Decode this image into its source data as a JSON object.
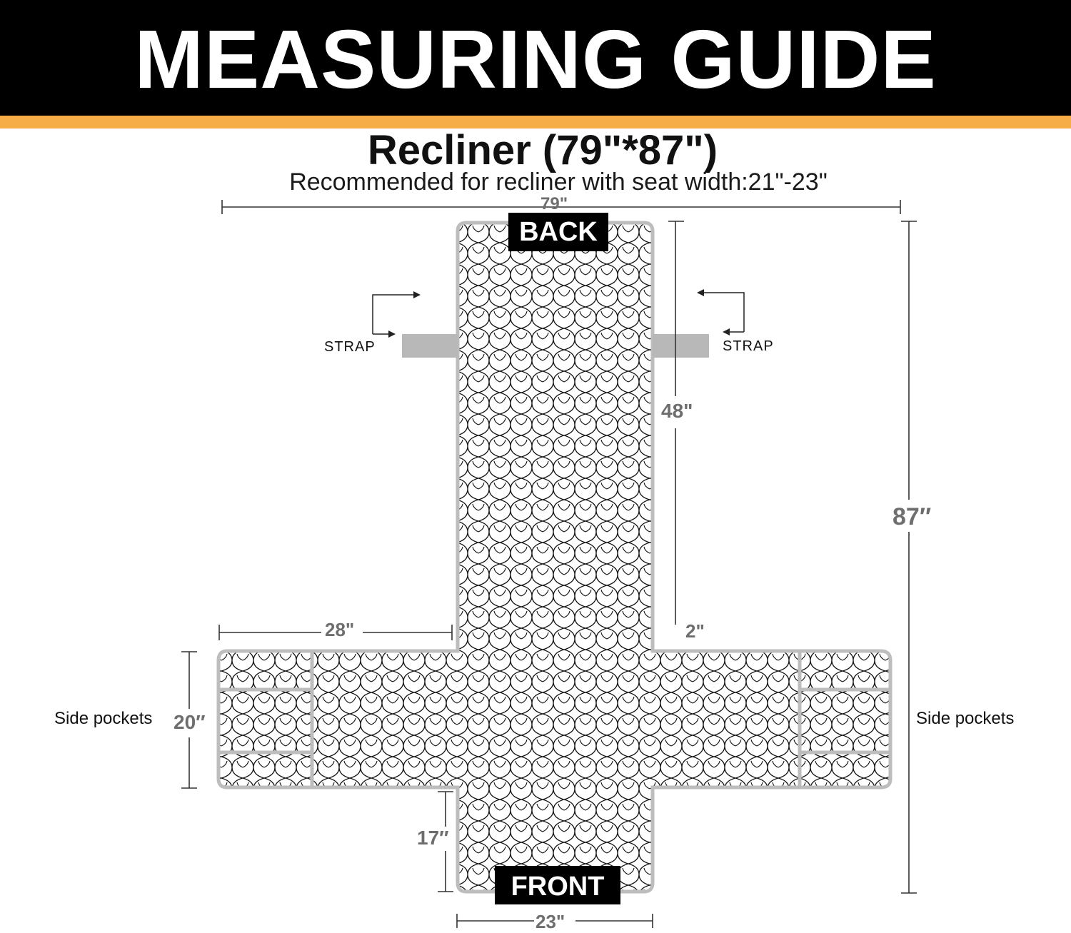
{
  "header": {
    "title": "MEASURING GUIDE",
    "background_color": "#000000",
    "stripe_color": "#f7ad47"
  },
  "product": {
    "title": "Recliner (79\"*87\")",
    "subtitle": "Recommended for recliner with seat width:21\"-23\""
  },
  "labels": {
    "back": "BACK",
    "front": "FRONT",
    "strap_left": "STRAP",
    "strap_right": "STRAP",
    "side_pockets_left": "Side pockets",
    "side_pockets_right": "Side pockets"
  },
  "dimensions": {
    "total_width": "79\"",
    "total_height": "87″",
    "back_length": "48\"",
    "gap": "2\"",
    "arm_length": "28\"",
    "arm_height": "20″",
    "front_flap_length": "17″",
    "front_width": "23\""
  },
  "colors": {
    "pattern_line": "#111111",
    "outline": "#bdbdbd",
    "strap": "#b8b8b8",
    "dimension_text": "#6e6e6e"
  }
}
